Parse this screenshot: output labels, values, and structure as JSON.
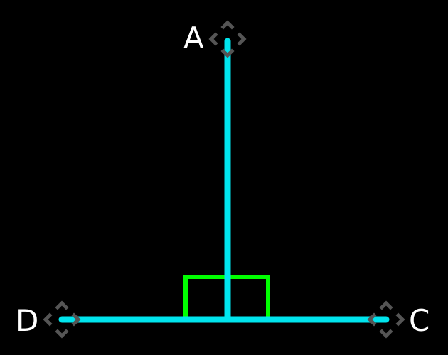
{
  "diagram": {
    "background": "#000000",
    "colors": {
      "segment": "#00e5ee",
      "right_angle_marker": "#00ff00",
      "handle": "#555555",
      "label": "#ffffff"
    },
    "points": {
      "A": {
        "label": "A"
      },
      "C": {
        "label": "C"
      },
      "D": {
        "label": "D"
      }
    },
    "segments": [
      {
        "from": "A",
        "to": "foot"
      },
      {
        "from": "D",
        "to": "C"
      }
    ],
    "right_angle": {
      "at": "foot"
    },
    "handle_icon": "move-arrows-icon"
  }
}
